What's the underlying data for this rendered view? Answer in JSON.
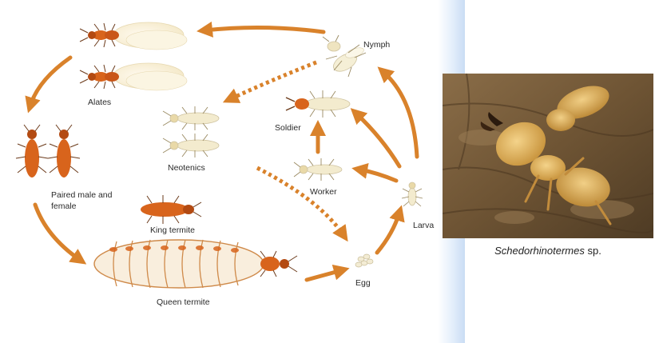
{
  "diagram": {
    "labels": {
      "nymph": "Nymph",
      "alates": "Alates",
      "soldier": "Soldier",
      "neotenics": "Neotenics",
      "paired_line1": "Paired male and",
      "paired_line2": "female",
      "worker": "Worker",
      "king": "King termite",
      "larva": "Larva",
      "egg": "Egg",
      "queen": "Queen termite"
    },
    "colors": {
      "arrow": "#d9822b",
      "body_orange": "#d8641c",
      "body_pale": "#f1e8c8",
      "wing": "#fbf5e2",
      "queen_abdomen": "#f9eedd"
    }
  },
  "photo": {
    "caption_italic": "Schedorhinotermes",
    "caption_suffix": " sp."
  }
}
